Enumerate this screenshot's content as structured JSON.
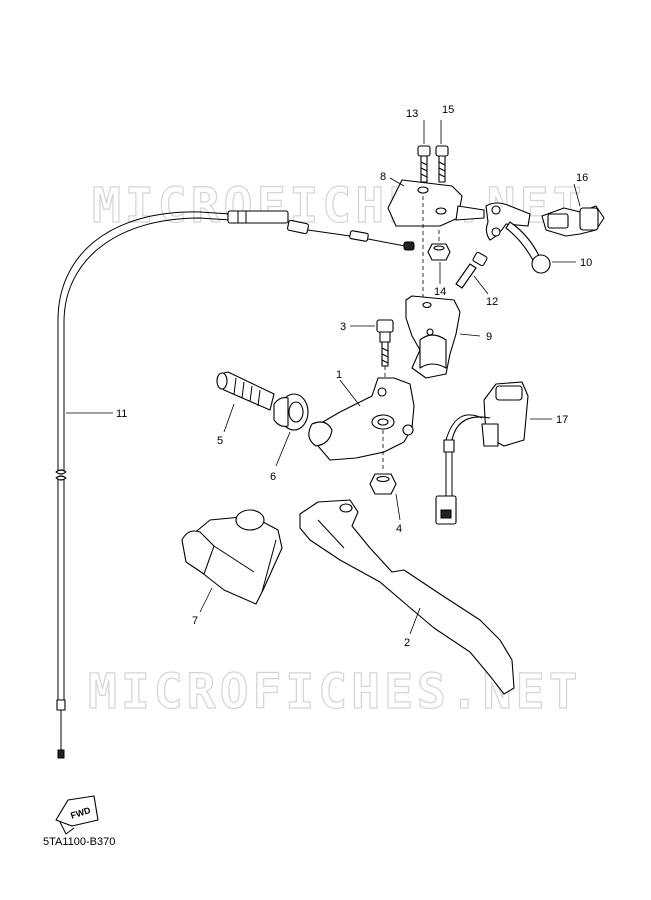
{
  "watermark": {
    "text": "MICROFICHES.NET"
  },
  "callouts": [
    {
      "id": "1",
      "label": "1"
    },
    {
      "id": "2",
      "label": "2"
    },
    {
      "id": "3",
      "label": "3"
    },
    {
      "id": "4",
      "label": "4"
    },
    {
      "id": "5",
      "label": "5"
    },
    {
      "id": "6",
      "label": "6"
    },
    {
      "id": "7",
      "label": "7"
    },
    {
      "id": "8",
      "label": "8"
    },
    {
      "id": "9",
      "label": "9"
    },
    {
      "id": "10",
      "label": "10"
    },
    {
      "id": "11",
      "label": "11"
    },
    {
      "id": "12",
      "label": "12"
    },
    {
      "id": "13",
      "label": "13"
    },
    {
      "id": "14",
      "label": "14"
    },
    {
      "id": "15",
      "label": "15"
    },
    {
      "id": "16",
      "label": "16"
    },
    {
      "id": "17",
      "label": "17"
    }
  ],
  "fwd_badge": {
    "label": "FWD"
  },
  "diagram_code": "5TA1100-B370"
}
